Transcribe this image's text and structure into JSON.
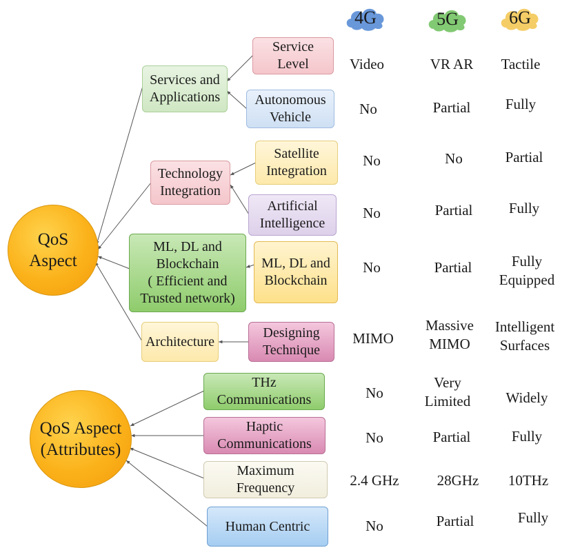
{
  "generations": {
    "g4": "4G",
    "g5": "5G",
    "g6": "6G"
  },
  "colors": {
    "g4": "#4f86d4",
    "g5": "#6cbf5a",
    "g6": "#f2c44c",
    "qos_circle": "#fbb21a"
  },
  "hub_main": "QoS\nAspect",
  "hub_attr": "QoS Aspect\n(Attributes)",
  "categories": {
    "services": "Services and\nApplications",
    "technology": "Technology\nIntegration",
    "ml_main": "ML, DL and\nBlockchain\n( Efficient and\nTrusted network)",
    "architecture": "Architecture"
  },
  "rows": [
    {
      "label": "Service\nLevel",
      "g4": "Video",
      "g5": "VR AR",
      "g6": "Tactile"
    },
    {
      "label": "Autonomous\nVehicle",
      "g4": "No",
      "g5": "Partial",
      "g6": "Fully"
    },
    {
      "label": "Satellite\nIntegration",
      "g4": "No",
      "g5": "No",
      "g6": "Partial"
    },
    {
      "label": "Artificial\nIntelligence",
      "g4": "No",
      "g5": "Partial",
      "g6": "Fully"
    },
    {
      "label": "ML, DL and\nBlockchain",
      "g4": "No",
      "g5": "Partial",
      "g6": "Fully\nEquipped"
    },
    {
      "label": "Designing\nTechnique",
      "g4": "MIMO",
      "g5": "Massive\nMIMO",
      "g6": "Intelligent\nSurfaces"
    },
    {
      "label": "THz\nCommunications",
      "g4": "No",
      "g5": "Very\nLimited",
      "g6": "Widely"
    },
    {
      "label": "Haptic\nCommunications",
      "g4": "No",
      "g5": "Partial",
      "g6": "Fully"
    },
    {
      "label": "Maximum\nFrequency",
      "g4": "2.4 GHz",
      "g5": "28GHz",
      "g6": "10THz"
    },
    {
      "label": "Human Centric",
      "g4": "No",
      "g5": "Partial",
      "g6": "Fully"
    }
  ]
}
